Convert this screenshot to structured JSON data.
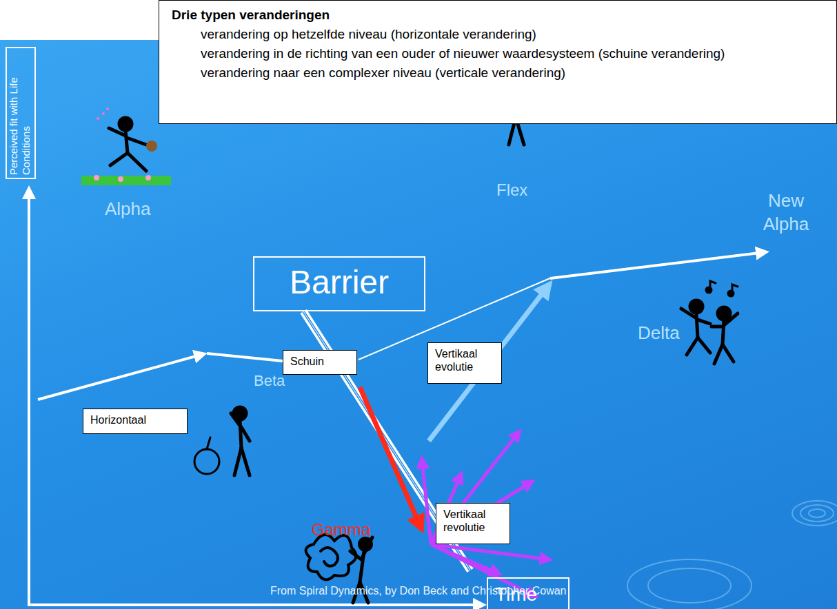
{
  "diagram": {
    "caption": "From Spiral Dynamics, by Don Beck and Christopher Cowan",
    "nodes": [
      {
        "text": [
          "Drie typen veranderingen",
          "verandering op hetzelfde niveau (horizontale verandering)",
          "verandering in de richting van een ouder of nieuwer waardesysteem (schuine verandering)",
          "verandering naar een complexer niveau (verticale verandering)"
        ]
      },
      {
        "text": [
          "Perceived fit with Life Conditions"
        ]
      },
      {
        "text": [
          "Barrier"
        ]
      },
      {
        "text": [
          "Schuin"
        ]
      },
      {
        "text": [
          "Vertikaal evolutie"
        ]
      },
      {
        "text": [
          "Horizontaal"
        ]
      },
      {
        "text": [
          "Vertikaal revolutie"
        ]
      },
      {
        "text": [
          "Time"
        ]
      }
    ],
    "labels": [
      "Alpha",
      "Beta",
      "Flex",
      "Delta",
      "New Alpha",
      "Gamma"
    ]
  }
}
